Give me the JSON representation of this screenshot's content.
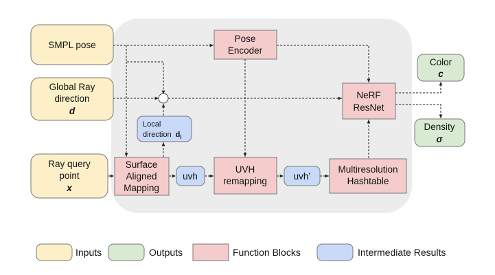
{
  "colors": {
    "input": "#fdf0c8",
    "output": "#d9ead3",
    "function": "#f4cccc",
    "intermediate": "#c9daf8",
    "background_region": "#ececec",
    "border": "#777777"
  },
  "nodes": {
    "smpl_pose": {
      "line1": "SMPL pose"
    },
    "global_ray": {
      "line1": "Global Ray",
      "line2": "direction",
      "symbol": "d"
    },
    "ray_query": {
      "line1": "Ray query",
      "line2": "point",
      "symbol": "x"
    },
    "pose_encoder": {
      "line1": "Pose",
      "line2": "Encoder"
    },
    "nerf_resnet": {
      "line1": "NeRF",
      "line2": "ResNet"
    },
    "color": {
      "line1": "Color",
      "symbol": "c"
    },
    "density": {
      "line1": "Density",
      "symbol": "σ"
    },
    "local_direction": {
      "line1": "Local",
      "line2": "direction",
      "symbol": "d",
      "subscript": "l"
    },
    "surface_aligned": {
      "line1": "Surface",
      "line2": "Aligned",
      "line3": "Mapping"
    },
    "uvh": {
      "line1": "uvh"
    },
    "uvh_remapping": {
      "line1": "UVH",
      "line2": "remapping"
    },
    "uvh_prime": {
      "line1": "uvh’"
    },
    "hashtable": {
      "line1": "Multiresolution",
      "line2": "Hashtable"
    }
  },
  "legend": {
    "inputs": "Inputs",
    "outputs": "Outputs",
    "function_blocks": "Function Blocks",
    "intermediate_results": "Intermediate Results"
  }
}
